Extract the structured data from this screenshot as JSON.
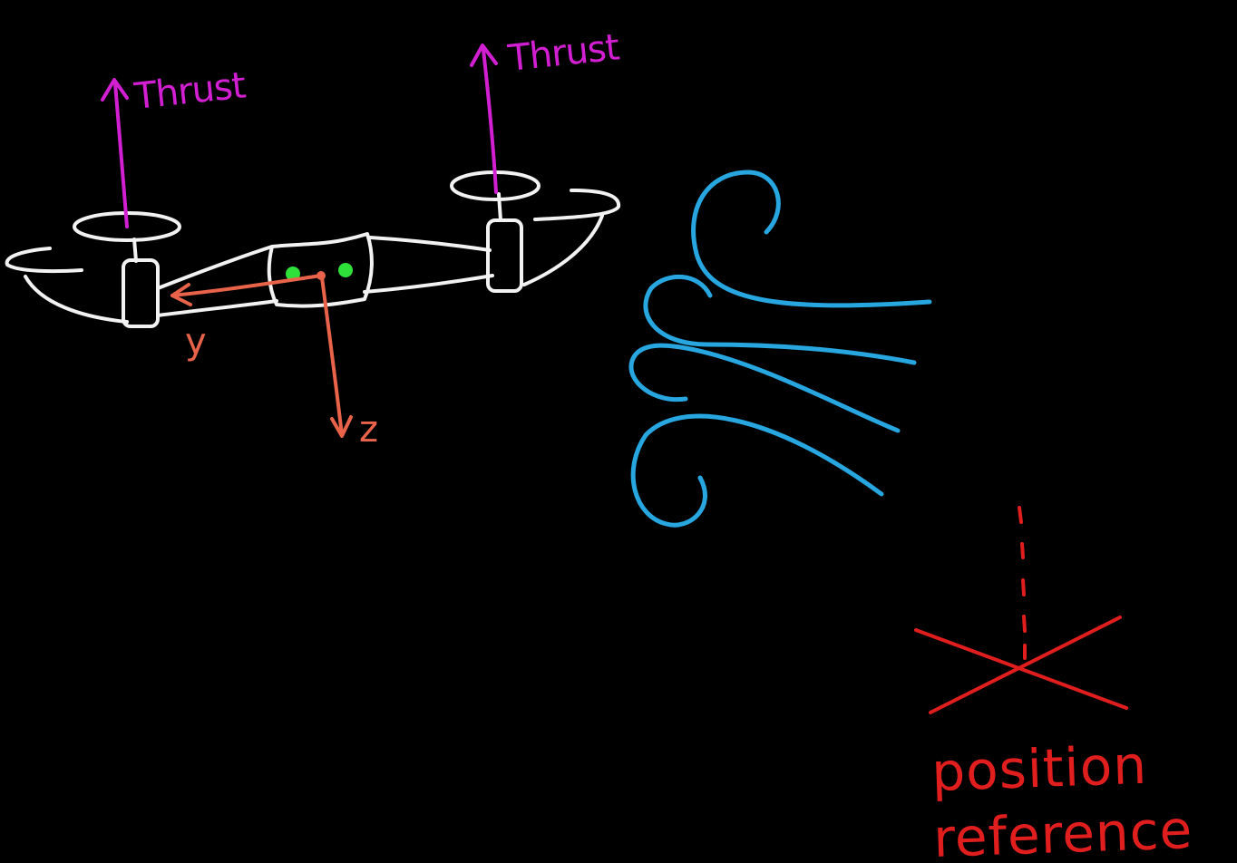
{
  "labels": {
    "thrust_left": "Thrust",
    "thrust_right": "Thrust",
    "axis_y": "y",
    "axis_z": "z",
    "reference_line1": "position",
    "reference_line2": "reference"
  },
  "colors": {
    "background": "#000000",
    "drone": "#f2f2f2",
    "thrust": "#d21fd2",
    "axes": "#e8634a",
    "sensor_lights": "#2fe03a",
    "wind": "#27a6e0",
    "reference": "#e01e1e"
  },
  "icons": {
    "drone": "quadcopter-drone-sketch",
    "wind": "wind-gust-icon",
    "target": "cross-mark-icon"
  }
}
